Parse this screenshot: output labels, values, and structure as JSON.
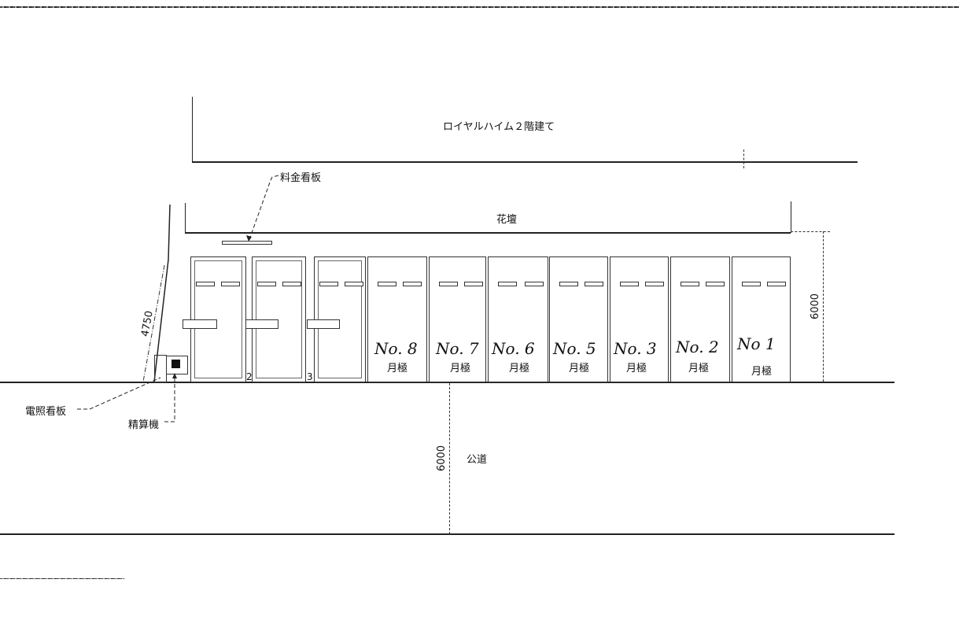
{
  "drawing": {
    "building_label": "ロイヤルハイム２階建て",
    "flowerbed_label": "花壇",
    "fee_sign_label": "料金看板",
    "lit_sign_label": "電照看板",
    "payment_machine_label": "精算機",
    "road_label": "公道",
    "dim_left": "4750",
    "dim_right": "6000",
    "dim_road": "6000",
    "stall_numbers_small": [
      "2",
      "3"
    ],
    "monthly_label": "月極",
    "stalls": [
      {
        "id": "left-1",
        "number": "",
        "type": "coin",
        "has_lock_bar": true
      },
      {
        "id": "left-2",
        "number": "",
        "type": "coin",
        "has_lock_bar": true
      },
      {
        "id": "left-3",
        "number": "",
        "type": "coin",
        "has_lock_bar": true
      },
      {
        "id": "no8",
        "number": "No. 8",
        "type": "monthly",
        "label": "月極"
      },
      {
        "id": "no7",
        "number": "No. 7",
        "type": "monthly",
        "label": "月極"
      },
      {
        "id": "no6",
        "number": "No. 6",
        "type": "monthly",
        "label": "月極"
      },
      {
        "id": "no5",
        "number": "No. 5",
        "type": "monthly",
        "label": "月極"
      },
      {
        "id": "no3",
        "number": "No. 3",
        "type": "monthly",
        "label": "月極"
      },
      {
        "id": "no2",
        "number": "No. 2",
        "type": "monthly",
        "label": "月極"
      },
      {
        "id": "no1",
        "number": "No 1",
        "type": "monthly",
        "label": "月極"
      }
    ]
  }
}
